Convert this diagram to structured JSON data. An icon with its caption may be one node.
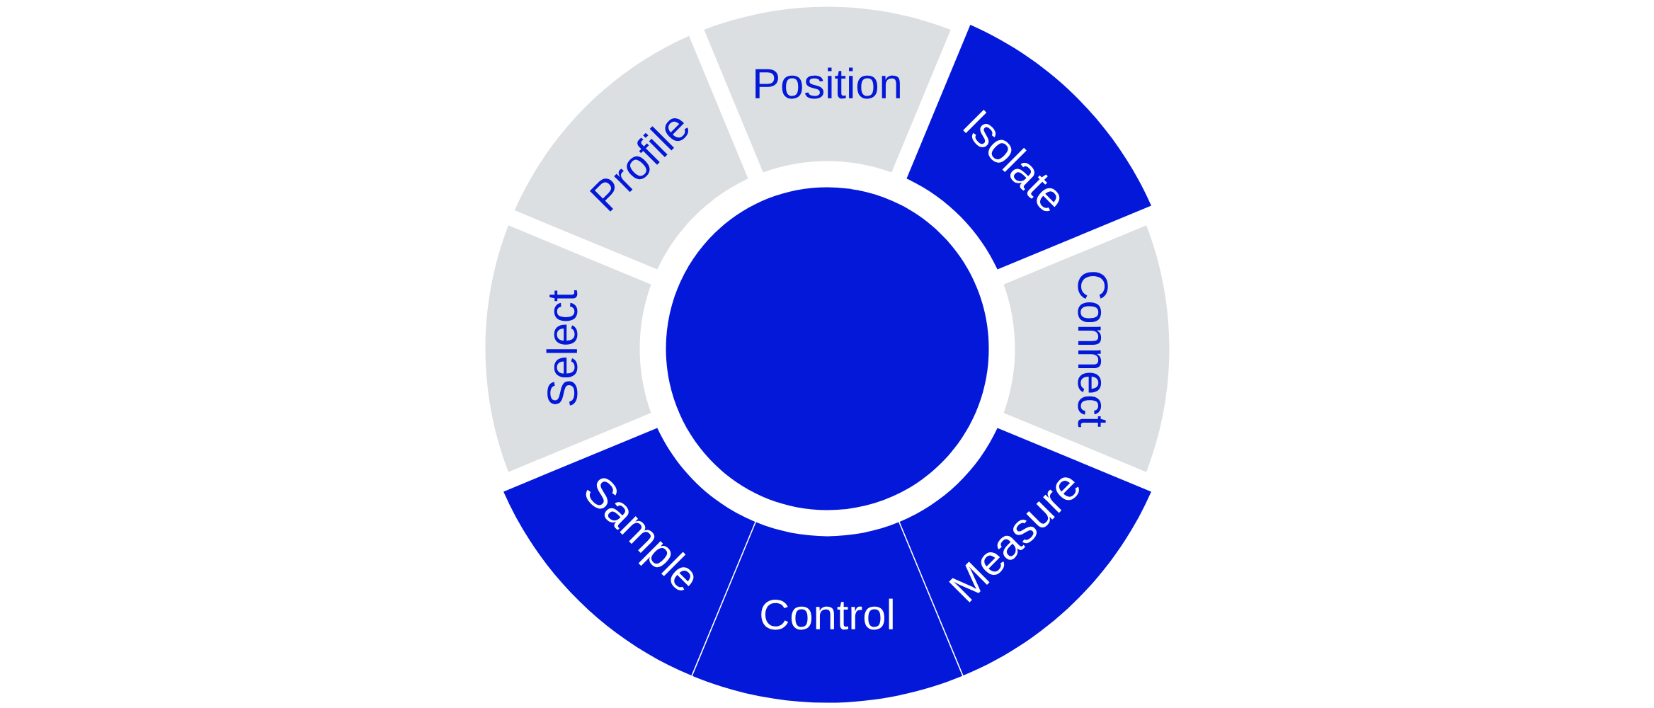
{
  "diagram": {
    "nodes": [
      {
        "text": [
          "Position"
        ]
      },
      {
        "text": [
          "Isolate"
        ]
      },
      {
        "text": [
          "Connect"
        ]
      },
      {
        "text": [
          "Measure"
        ]
      },
      {
        "text": [
          "Control"
        ]
      },
      {
        "text": [
          "Sample"
        ]
      },
      {
        "text": [
          "Select"
        ]
      },
      {
        "text": [
          "Profile"
        ]
      },
      {
        "text": [],
        "shape": "circle"
      }
    ]
  }
}
